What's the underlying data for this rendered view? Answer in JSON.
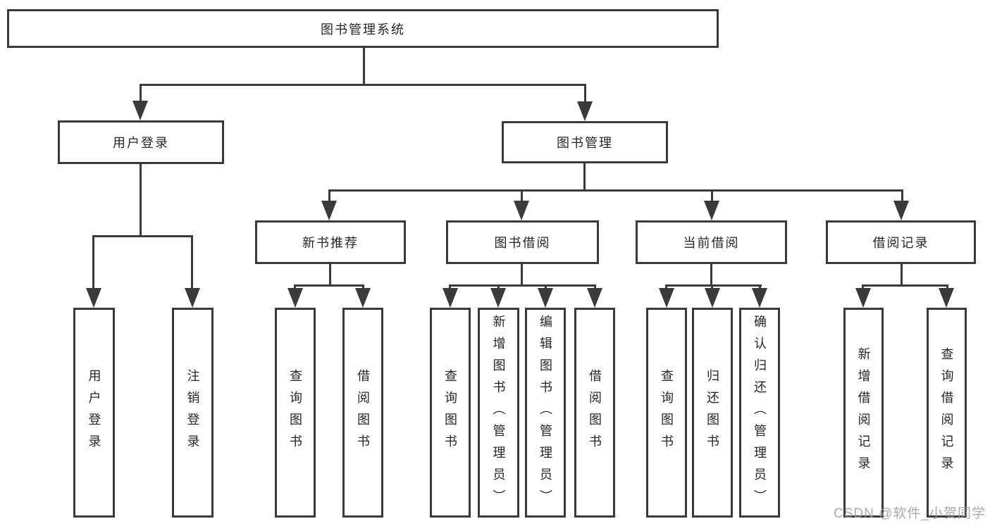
{
  "diagram": {
    "root": {
      "label": "图书管理系统"
    },
    "branches": [
      {
        "label": "用户登录",
        "children": [
          {
            "label": "用户登录"
          },
          {
            "label": "注销登录"
          }
        ]
      },
      {
        "label": "图书管理",
        "children": [
          {
            "label": "新书推荐",
            "children": [
              {
                "label": "查询图书"
              },
              {
                "label": "借阅图书"
              }
            ]
          },
          {
            "label": "图书借阅",
            "children": [
              {
                "label": "查询图书"
              },
              {
                "label": "新增图书（管理员）"
              },
              {
                "label": "编辑图书（管理员）"
              },
              {
                "label": "借阅图书"
              }
            ]
          },
          {
            "label": "当前借阅",
            "children": [
              {
                "label": "查询图书"
              },
              {
                "label": "归还图书"
              },
              {
                "label": "确认归还（管理员）"
              }
            ]
          },
          {
            "label": "借阅记录",
            "children": [
              {
                "label": "新增借阅记录"
              },
              {
                "label": "查询借阅记录"
              }
            ]
          }
        ]
      }
    ],
    "watermark": "CSDN @软件_小贺同学",
    "colors": {
      "line": "#3a3a3a",
      "text": "#262626",
      "watermark": "#9c9c9c",
      "background": "#ffffff"
    }
  }
}
